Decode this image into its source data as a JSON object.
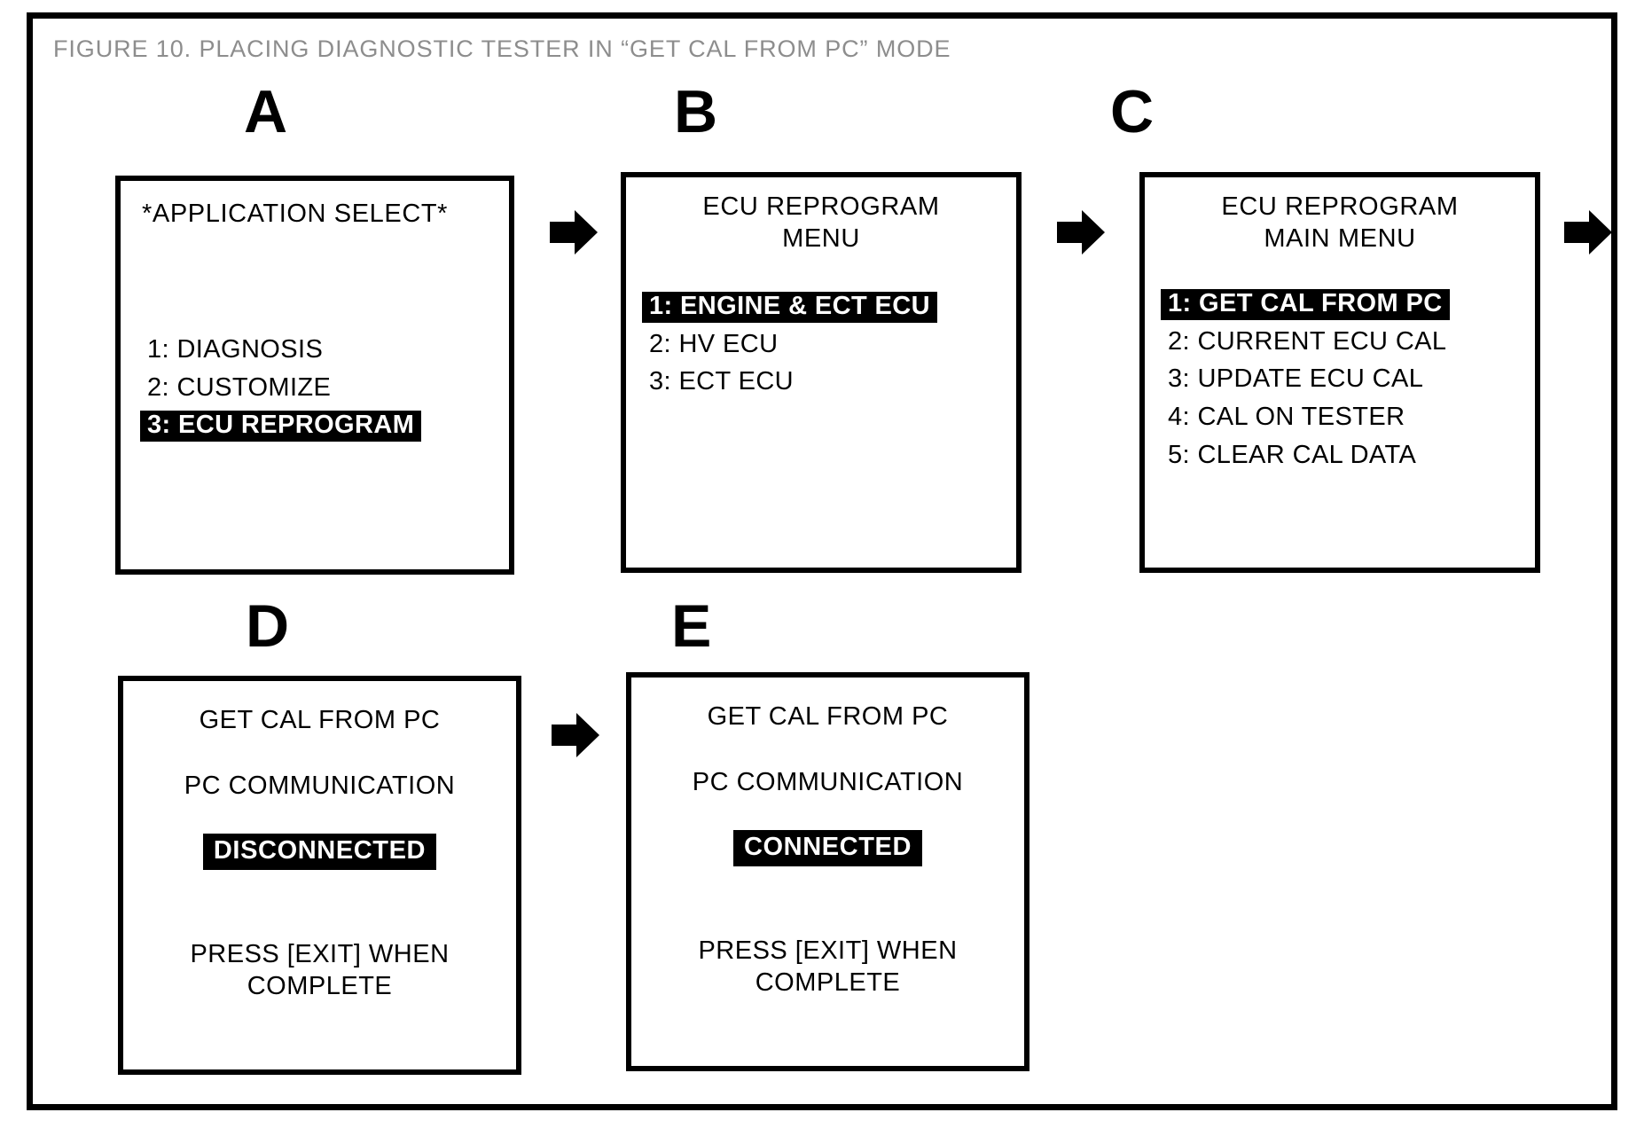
{
  "figure": {
    "title": "FIGURE 10.  PLACING DIAGNOSTIC TESTER IN “GET CAL FROM PC” MODE",
    "title_color": "#8d8d8d",
    "frame_color": "#000000",
    "background": "#ffffff",
    "highlight_bg": "#000000",
    "highlight_fg": "#ffffff"
  },
  "panels": {
    "a": {
      "letter": "A",
      "header_line1": "*APPLICATION SELECT*",
      "items": [
        {
          "label": "1:  DIAGNOSIS",
          "selected": false
        },
        {
          "label": "2:  CUSTOMIZE",
          "selected": false
        },
        {
          "label": "3:  ECU REPROGRAM",
          "selected": true
        }
      ]
    },
    "b": {
      "letter": "B",
      "header_line1": "ECU REPROGRAM",
      "header_line2": "MENU",
      "items": [
        {
          "label": "1:  ENGINE & ECT ECU",
          "selected": true
        },
        {
          "label": "2:  HV ECU",
          "selected": false
        },
        {
          "label": "3:  ECT ECU",
          "selected": false
        }
      ]
    },
    "c": {
      "letter": "C",
      "header_line1": "ECU REPROGRAM",
      "header_line2": "MAIN MENU",
      "items": [
        {
          "label": "1:  GET CAL FROM PC",
          "selected": true
        },
        {
          "label": "2:  CURRENT ECU CAL",
          "selected": false
        },
        {
          "label": "3:  UPDATE ECU CAL",
          "selected": false
        },
        {
          "label": "4:  CAL ON TESTER",
          "selected": false
        },
        {
          "label": "5:  CLEAR CAL DATA",
          "selected": false
        }
      ]
    },
    "d": {
      "letter": "D",
      "header_line1": "GET CAL FROM PC",
      "status_label": "PC COMMUNICATION",
      "status_value": "DISCONNECTED",
      "footer_line1": "PRESS [EXIT] WHEN",
      "footer_line2": "COMPLETE"
    },
    "e": {
      "letter": "E",
      "header_line1": "GET CAL FROM PC",
      "status_label": "PC COMMUNICATION",
      "status_value": "CONNECTED",
      "footer_line1": "PRESS [EXIT] WHEN",
      "footer_line2": "COMPLETE"
    }
  },
  "arrows": [
    {
      "name": "arrow-a-to-b"
    },
    {
      "name": "arrow-b-to-c"
    },
    {
      "name": "arrow-c-to-d"
    },
    {
      "name": "arrow-d-to-e"
    }
  ]
}
